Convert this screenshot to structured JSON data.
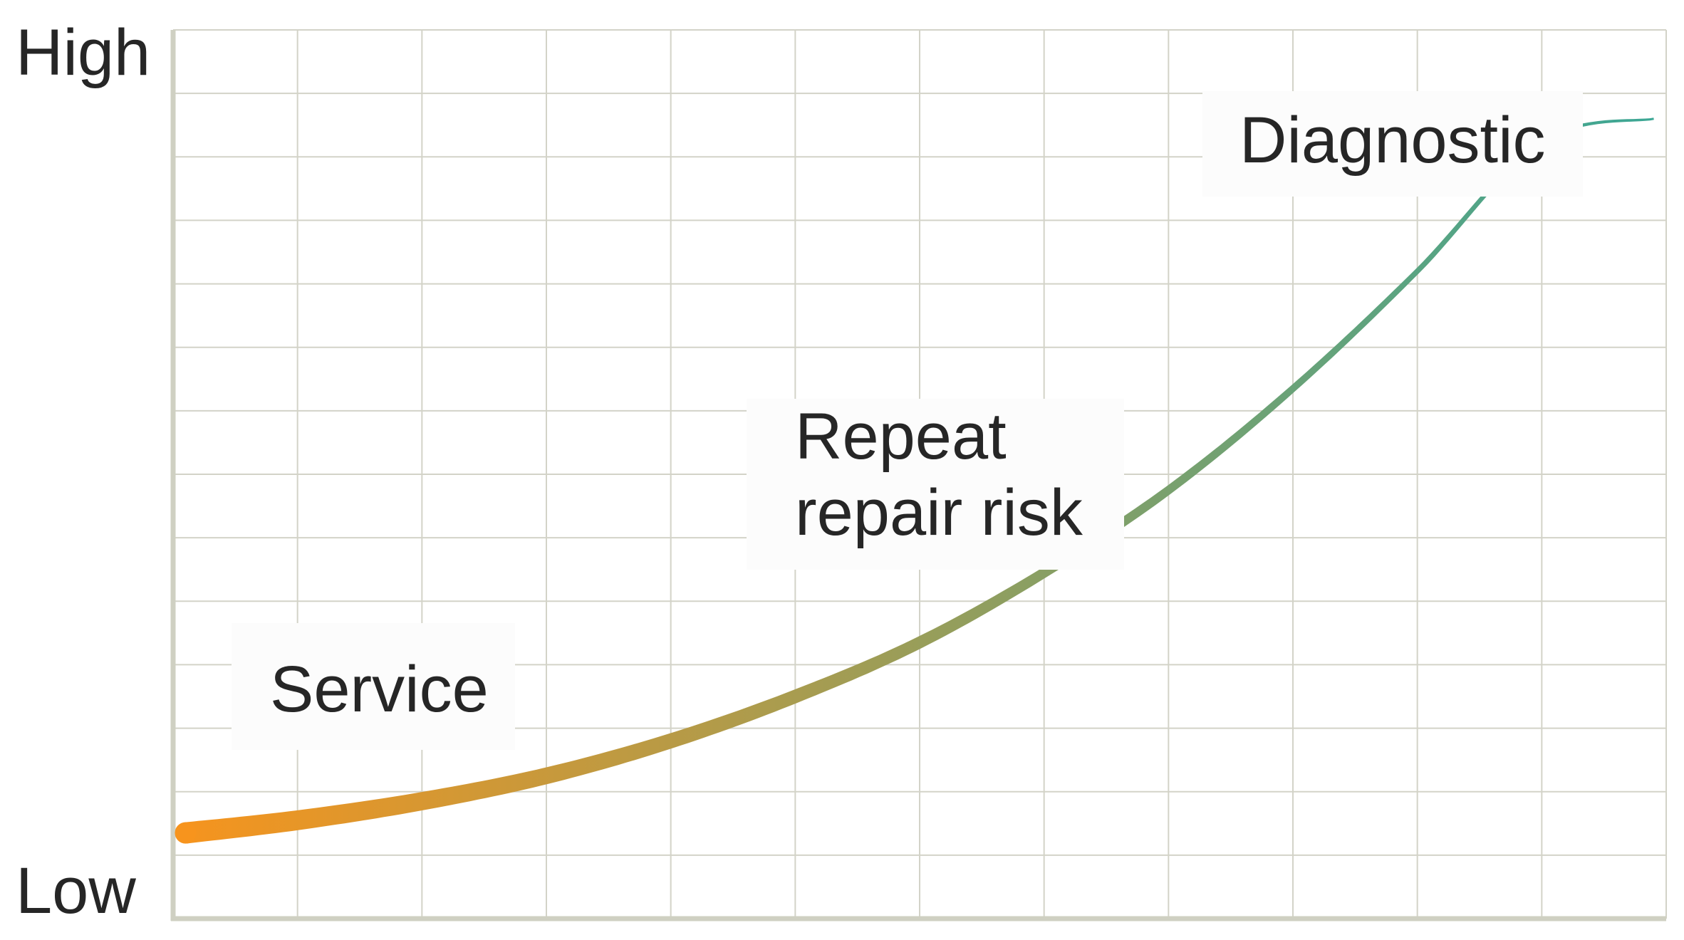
{
  "chart_data": {
    "type": "line",
    "title": "",
    "xlabel": "",
    "ylabel": "",
    "y_tick_labels": {
      "top": "High",
      "bottom": "Low"
    },
    "xlim": [
      0,
      12
    ],
    "ylim": [
      0,
      14
    ],
    "grid": true,
    "series": [
      {
        "x": [
          0.1,
          1,
          2,
          3,
          4,
          5,
          6,
          7,
          8,
          9,
          10,
          11,
          11.9
        ],
        "y": [
          1.35,
          1.55,
          1.85,
          2.25,
          2.8,
          3.5,
          4.35,
          5.45,
          6.75,
          8.35,
          10.2,
          12.25,
          12.6
        ]
      }
    ],
    "annotations": [
      {
        "text": "Service",
        "x": 1.75,
        "y": 3.6
      },
      {
        "text": "Repeat\nrepair risk",
        "x": 6.25,
        "y": 7.2
      },
      {
        "text": "Diagnostic",
        "x": 10.5,
        "y": 12.4
      }
    ],
    "colors": {
      "line_start": "#f7941d",
      "line_end": "#3aa796",
      "grid": "#d3d3c8",
      "axis": "#cfd0c2"
    }
  }
}
